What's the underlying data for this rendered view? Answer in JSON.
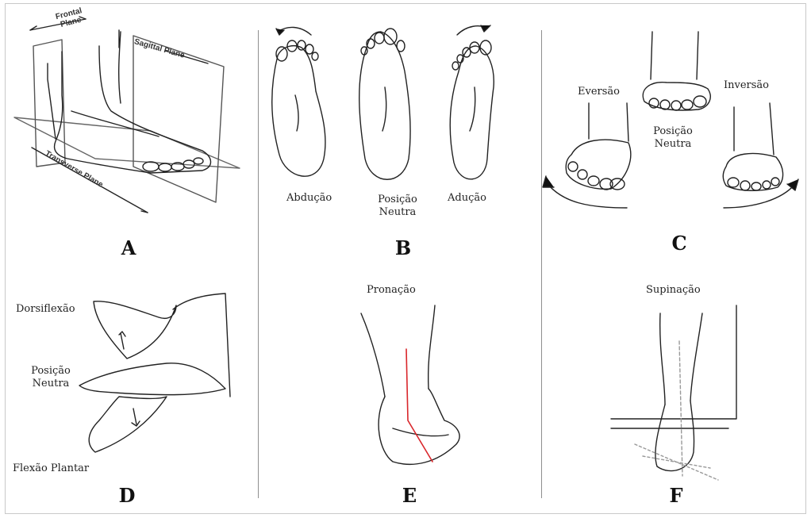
{
  "panels": {
    "a": {
      "letter": "A",
      "frontal_plane": "Frontal Plane",
      "sagittal_plane": "Sagittal Plane",
      "transverse_plane": "Transverse Plane"
    },
    "b": {
      "letter": "B",
      "abduction": "Abdução",
      "neutral": "Posição Neutra",
      "adduction": "Adução"
    },
    "c": {
      "letter": "C",
      "eversion": "Eversão",
      "neutral": "Posição Neutra",
      "inversion": "Inversão"
    },
    "d": {
      "letter": "D",
      "dorsiflexion": "Dorsiflexão",
      "neutral": "Posição Neutra",
      "plantar_flexion": "Flexão Plantar"
    },
    "e": {
      "letter": "E",
      "pronation": "Pronação"
    },
    "f": {
      "letter": "F",
      "supination": "Supinação"
    }
  },
  "colors": {
    "line": "#222222",
    "divider": "#8f8f8f",
    "alignment_line": "#d9262b"
  }
}
